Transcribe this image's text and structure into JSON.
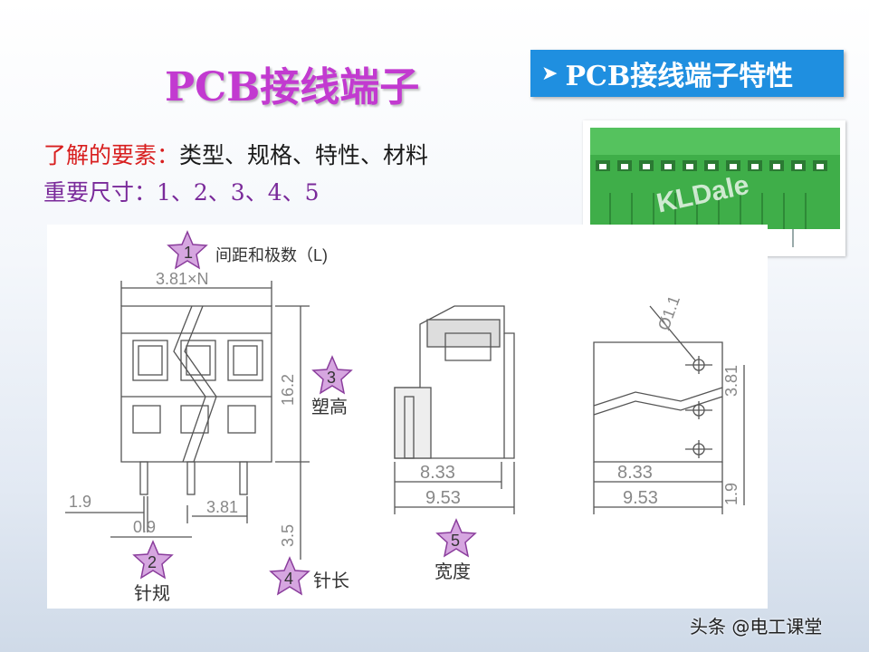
{
  "title": "PCB接线端子",
  "banner": {
    "arrow": "➤",
    "text": "PCB接线端子特性"
  },
  "elements_line": {
    "label": "了解的要素：",
    "text": "类型、规格、特性、材料"
  },
  "dimensions_line": "重要尺寸：1、2、3、4、5",
  "photo": {
    "logo": "KLDale"
  },
  "drawing": {
    "dims": {
      "pitch": "3.81×N",
      "height": "16.2",
      "pin_offset": "1.9",
      "pin_gauge": "0.9",
      "pin_pitch": "3.81",
      "pin_length": "3.5",
      "inner_width": "8.33",
      "outer_width": "9.53",
      "hole_diameter": "Ø1.1",
      "hole_pitch": "3.81",
      "hole_offset": "1.9",
      "side_inner_width": "8.33",
      "side_outer_width": "9.53"
    },
    "markers": [
      {
        "num": "1",
        "label": "间距和极数（L)"
      },
      {
        "num": "2",
        "label": "针规"
      },
      {
        "num": "3",
        "label": "塑高"
      },
      {
        "num": "4",
        "label": "针长"
      },
      {
        "num": "5",
        "label": "宽度"
      }
    ]
  },
  "colors": {
    "title": "#c23ad0",
    "banner": "#1f8fe0",
    "star": "#c98fd6",
    "terminal_green": "#3fae49"
  },
  "watermark": "头条 @电工课堂"
}
